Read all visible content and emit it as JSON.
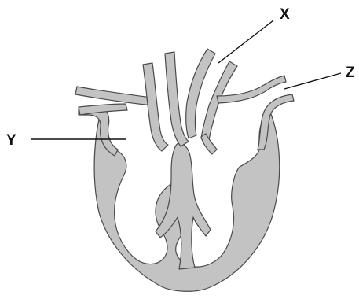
{
  "diagram": {
    "labels": {
      "x": "X",
      "y": "Y",
      "z": "Z"
    },
    "colors": {
      "tissue": "#c3c3c3",
      "outline": "#4a4a4a",
      "text": "#111111",
      "background": "#ffffff"
    }
  }
}
